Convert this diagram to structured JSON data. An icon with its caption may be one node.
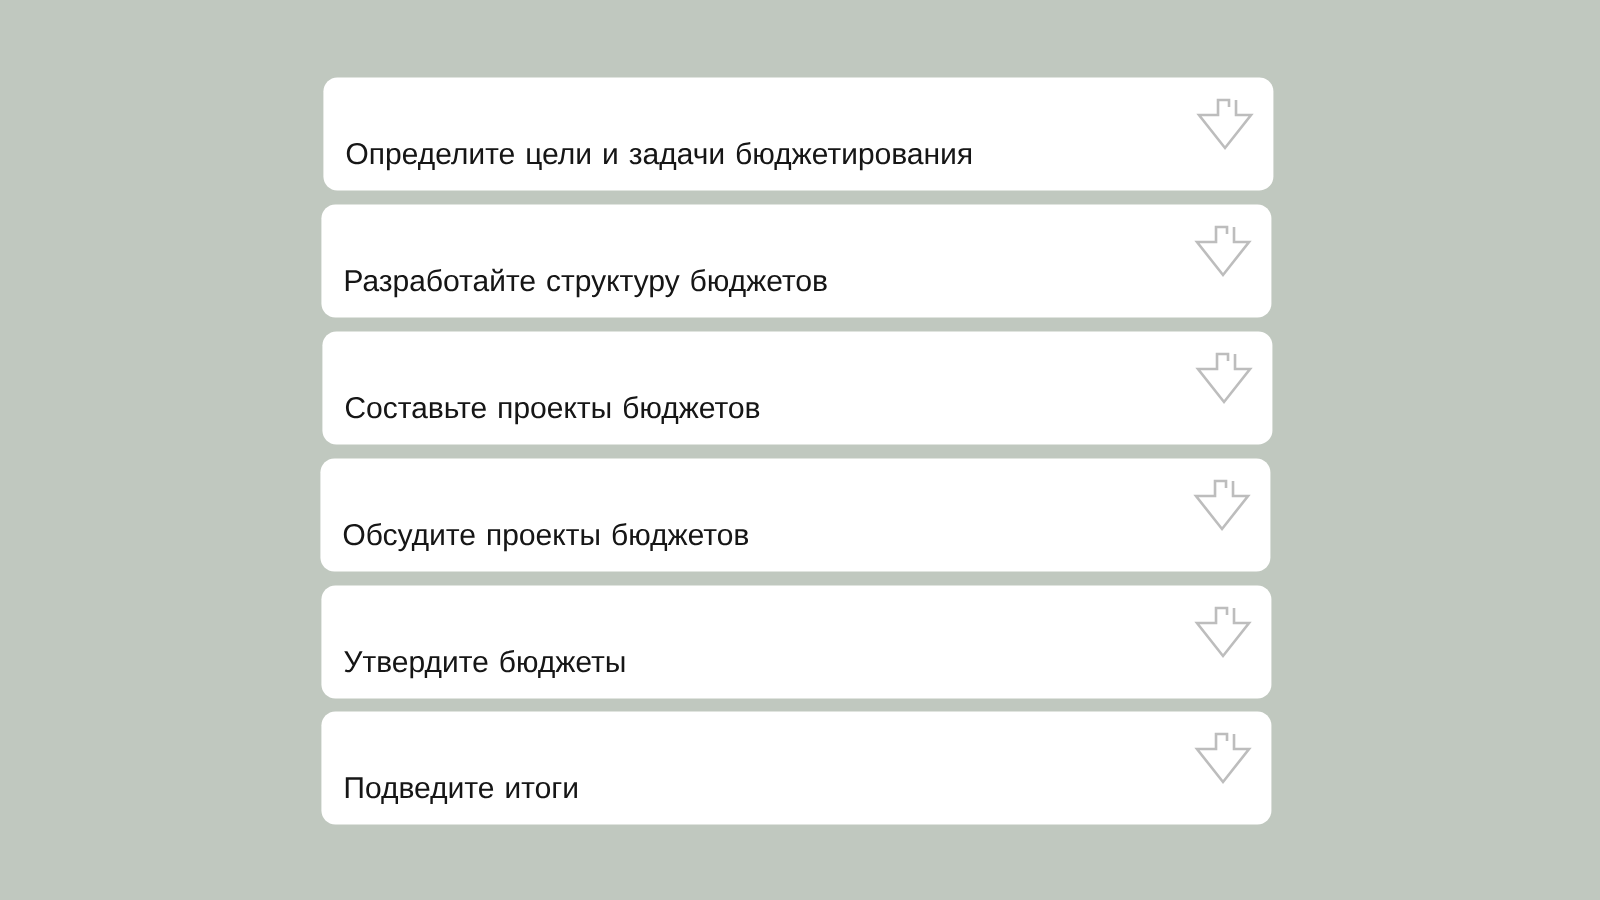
{
  "diagram": {
    "nodes": [
      {
        "text": [
          "Определите цели и задачи бюджетирования"
        ]
      },
      {
        "text": [
          "Разработайте структуру бюджетов"
        ]
      },
      {
        "text": [
          "Составьте проекты бюджетов"
        ]
      },
      {
        "text": [
          "Обсудите проекты бюджетов"
        ]
      },
      {
        "text": [
          "Утвердите бюджеты"
        ]
      },
      {
        "text": [
          "Подведите итоги"
        ]
      }
    ]
  }
}
